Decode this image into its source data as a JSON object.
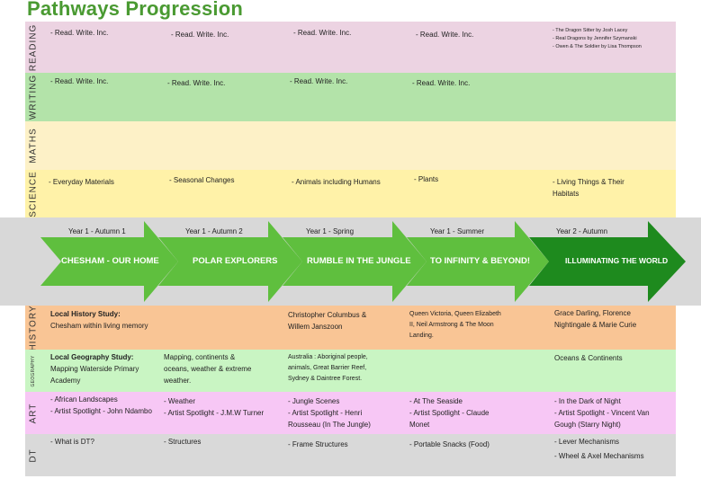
{
  "title": "Pathways Progression",
  "rows": {
    "reading": {
      "label": "READING",
      "color": "#ecd3e2",
      "cells": [
        "- Read. Write. Inc.",
        "- Read. Write. Inc.",
        "- Read. Write. Inc.",
        "- Read. Write. Inc."
      ],
      "books": [
        "- The Dragon Sitter by Josh Lacey",
        "- Real Dragons by Jennifer Szymanski",
        "- Owen & The Soldier by Lisa Thompson"
      ]
    },
    "writing": {
      "label": "WRITING",
      "color": "#b3e3a9",
      "cells": [
        "- Read. Write. Inc.",
        "- Read. Write. Inc.",
        "- Read. Write. Inc.",
        "- Read. Write. Inc."
      ]
    },
    "maths": {
      "label": "MATHS",
      "color": "#fdf1c7"
    },
    "science": {
      "label": "SCIENCE",
      "color": "#fff2a8",
      "cells": [
        "- Everyday Materials",
        "- Seasonal Changes",
        "- Animals including Humans",
        "- Plants",
        "- Living Things & Their Habitats"
      ]
    },
    "history": {
      "label": "HISTORY",
      "color": "#f9c595",
      "c1_bold": "Local History Study:",
      "c1_text": "Chesham within living memory",
      "c3": "Christopher Columbus & Willem Janszoon",
      "c4": "Queen Victoria, Queen Elizabeth II, Neil Armstrong & The Moon Landing.",
      "c5": "Grace Darling, Florence Nightingale & Marie Curie"
    },
    "geography": {
      "label": "GEOGRAPHY",
      "color": "#c9f5c3",
      "c1_bold": "Local Geography Study:",
      "c1_text": "Mapping Waterside Primary Academy",
      "c2": "Mapping, continents & oceans, weather & extreme weather.",
      "c3": "Australia : Aboriginal people, animals, Great Barrier Reef, Sydney & Daintree Forest.",
      "c5": "Oceans & Continents"
    },
    "art": {
      "label": "ART",
      "color": "#f7c7f5",
      "c1": [
        "- African Landscapes",
        "- Artist Spotlight - John Ndambo"
      ],
      "c2": [
        "- Weather",
        "- Artist Spotlight - J.M.W Turner"
      ],
      "c3": [
        "- Jungle Scenes",
        "- Artist Spotlight - Henri Rousseau (In The Jungle)"
      ],
      "c4": [
        "- At The Seaside",
        "- Artist Spotlight - Claude Monet"
      ],
      "c5": [
        "- In the Dark of Night",
        "- Artist Spotlight - Vincent Van Gough (Starry Night)"
      ]
    },
    "dt": {
      "label": "DT",
      "color": "#d9d9d9",
      "c1": "- What is DT?",
      "c2": "- Structures",
      "c3": "- Frame Structures",
      "c4": "- Portable Snacks (Food)",
      "c5": [
        "- Lever Mechanisms",
        "- Wheel & Axel Mechanisms"
      ]
    }
  },
  "terms": [
    {
      "term": "Year 1 - Autumn 1",
      "topic": "CHESHAM - OUR HOME"
    },
    {
      "term": "Year 1 - Autumn 2",
      "topic": "POLAR EXPLORERS"
    },
    {
      "term": "Year 1 - Spring",
      "topic": "RUMBLE IN THE JUNGLE"
    },
    {
      "term": "Year 1 - Summer",
      "topic": "TO INFINITY & BEYOND!"
    },
    {
      "term": "Year 2 - Autumn",
      "topic": "ILLUMINATING THE WORLD"
    }
  ],
  "colors": {
    "arrow": "#5fbf3e",
    "arrow_last": "#1e8a1e",
    "band": "#d8d8d8",
    "title": "#4a9a32"
  }
}
